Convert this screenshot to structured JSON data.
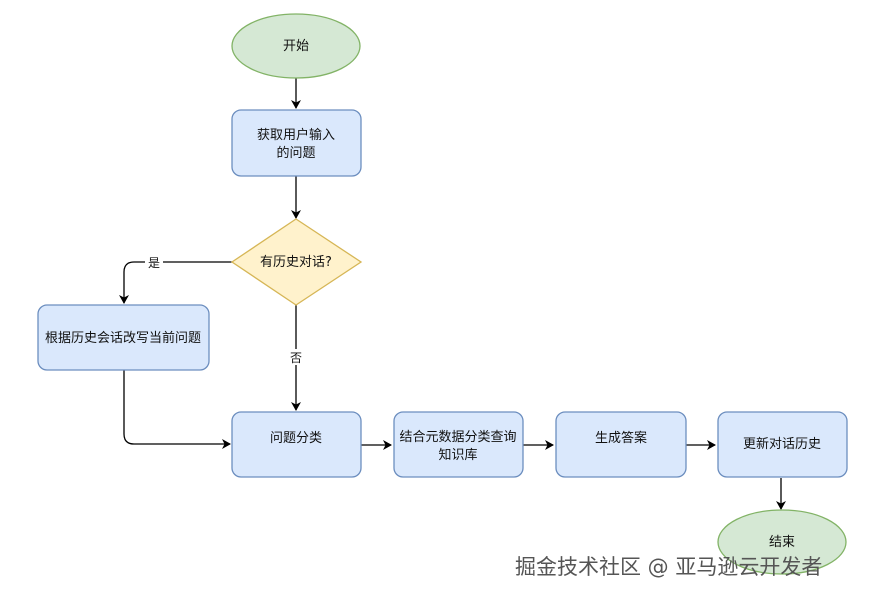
{
  "nodes": {
    "start": "开始",
    "get_input_l1": "获取用户输入",
    "get_input_l2": "的问题",
    "has_history": "有历史对话?",
    "rewrite": "根据历史会话改写当前问题",
    "classify": "问题分类",
    "query_l1": "结合元数据分类查询",
    "query_l2": "知识库",
    "generate": "生成答案",
    "update": "更新对话历史",
    "end": "结束"
  },
  "edge_labels": {
    "yes": "是",
    "no": "否"
  },
  "watermark": "掘金技术社区 @ 亚马逊云开发者",
  "colors": {
    "ellipse_fill": "#d5e8d4",
    "ellipse_stroke": "#82b366",
    "process_fill": "#dae8fc",
    "process_stroke": "#6c8ebf",
    "decision_fill": "#fff2cc",
    "decision_stroke": "#d6b656",
    "edge": "#000000"
  }
}
